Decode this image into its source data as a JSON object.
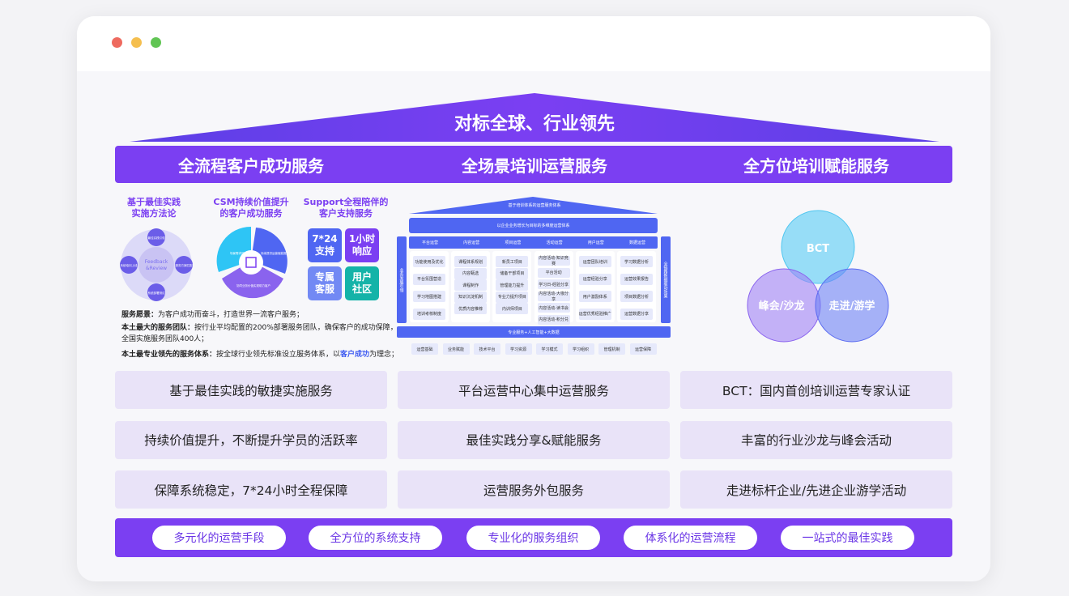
{
  "window": {
    "dots": [
      "#ee6a5f",
      "#f5bf4f",
      "#61c554"
    ]
  },
  "roof_title": "对标全球、行业领先",
  "headers": [
    "全流程客户成功服务",
    "全场景培训运营服务",
    "全方位培训赋能服务"
  ],
  "left": {
    "titles": [
      [
        "基于最佳实践",
        "实施方法论"
      ],
      [
        "CSM持续价值提升",
        "的客户成功服务"
      ],
      [
        "Support全程陪伴的",
        "客户支持服务"
      ]
    ],
    "cycle": {
      "center": [
        "Feedback",
        "&Review"
      ],
      "nodes": [
        "最佳实践引领",
        "服务方案匹配",
        "系统部署测试",
        "系统培训上线"
      ]
    },
    "pie": [
      "场景需求匹配与落地",
      "持续提供运营赋能推广",
      "协同业务价值实现助力客户"
    ],
    "tiles": [
      {
        "label": [
          "7*24",
          "支持"
        ],
        "color": "#4f66f2"
      },
      {
        "label": [
          "1小时",
          "响应"
        ],
        "color": "#7b3ff2"
      },
      {
        "label": [
          "专属",
          "客服"
        ],
        "color": "#7289f4"
      },
      {
        "label": [
          "用户",
          "社区"
        ],
        "color": "#14b3a8"
      }
    ],
    "lines": [
      {
        "bold": "服务愿景：",
        "text": "为客户成功而奋斗，打造世界一流客户服务；"
      },
      {
        "bold": "本土最大的服务团队：",
        "text": "按行业平均配置的200%部署服务团队，确保客户的成功保障，"
      },
      {
        "bold": "",
        "text": "全国实施服务团队400人；"
      },
      {
        "bold": "本土最专业领先的服务体系：",
        "text": "按全球行业领先标准设立服务体系，以",
        "highlight": "客户成功",
        "tail": "为理念；"
      }
    ]
  },
  "mid": {
    "roof": "基于培训体系的运营服务体系",
    "bar": "以企业业务增长为目标的多维度运营体系",
    "left_side": "业务发展引领",
    "right_side": "全链路数据驱动效果",
    "columns": [
      {
        "head": "平台运营",
        "items": [
          "功能使用及优化",
          "平台氛围营造",
          "学习地图搭建",
          "培训考核制度"
        ]
      },
      {
        "head": "内容运营",
        "items": [
          "课程体系规划",
          "内容甄选",
          "课程制作",
          "知识沉淀机制",
          "优质内容推荐"
        ]
      },
      {
        "head": "项目运营",
        "items": [
          "新员工项目",
          "储备干部项目",
          "管理能力提升",
          "专业力提升项目",
          "内训师项目"
        ]
      },
      {
        "head": "活动运营",
        "items": [
          "内容活动-知识竞赛",
          "平台活动",
          "学习日-经验分享",
          "内容活动-大咖分享",
          "内容活动-读书会",
          "内容活动-积分兑"
        ]
      },
      {
        "head": "用户运营",
        "items": [
          "运营团队培训",
          "运营经验分享",
          "用户激励体系",
          "运营优秀经验推广"
        ]
      },
      {
        "head": "数据运营",
        "items": [
          "学习数据分析",
          "运营效果报告",
          "项目数据分析",
          "运营数据分享"
        ]
      }
    ],
    "base": "专业服务+人工智能+大数据",
    "chips": [
      "运营基础",
      "业务赋能",
      "技术平台",
      "学习资源",
      "学习模式",
      "学习组织",
      "管理机制",
      "运营保障"
    ]
  },
  "venn": [
    "BCT",
    "峰会/沙龙",
    "走进/游学"
  ],
  "rows": [
    [
      "基于最佳实践的敏捷实施服务",
      "平台运营中心集中运营服务",
      "BCT：国内首创培训运营专家认证"
    ],
    [
      "持续价值提升，不断提升学员的活跃率",
      "最佳实践分享&赋能服务",
      "丰富的行业沙龙与峰会活动"
    ],
    [
      "保障系统稳定，7*24小时全程保障",
      "运营服务外包服务",
      "走进标杆企业/先进企业游学活动"
    ]
  ],
  "pills": [
    "多元化的运营手段",
    "全方位的系统支持",
    "专业化的服务组织",
    "体系化的运营流程",
    "一站式的最佳实践"
  ],
  "colors": {
    "accent": "#7b3ff2",
    "blue": "#4f66f2",
    "panel": "#e9e3f8"
  }
}
